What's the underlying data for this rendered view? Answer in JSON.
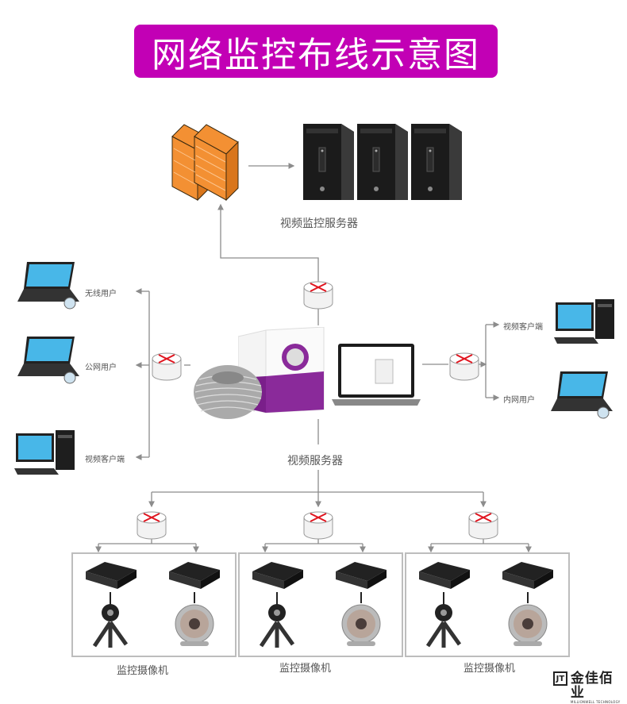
{
  "title": "网络监控布线示意图",
  "colors": {
    "title_bg": "#c200b5",
    "title_text": "#ffffff",
    "firewall": "#f39033",
    "router_arrows": "#e0141e",
    "wire": "#8c8c8c",
    "label_text": "#555555"
  },
  "top": {
    "firewall_icon": "firewall-icon",
    "server_icon": "tower-server-icon",
    "server_count": 3,
    "server_label": "视频监控服务器"
  },
  "left": {
    "clients": [
      {
        "label": "无线用户",
        "icon": "laptop-icon"
      },
      {
        "label": "公网用户",
        "icon": "laptop-icon"
      },
      {
        "label": "视频客户端",
        "icon": "desktop-pc-icon"
      }
    ]
  },
  "right": {
    "clients": [
      {
        "label": "视频客户端",
        "icon": "desktop-pc-icon"
      },
      {
        "label": "内网用户",
        "icon": "laptop-icon"
      }
    ]
  },
  "center": {
    "cable_icon": "cable-reel-icon",
    "box_icon": "cable-box-icon",
    "laptop_icon": "macbook-icon",
    "label": "视频服务器"
  },
  "camera_groups": [
    {
      "label": "监控摄像机",
      "devices": [
        "video-encoder-icon",
        "video-encoder-icon"
      ],
      "cameras": [
        "webcam-icon",
        "ir-camera-icon"
      ]
    },
    {
      "label": "监控摄像机",
      "devices": [
        "video-encoder-icon",
        "video-encoder-icon"
      ],
      "cameras": [
        "webcam-icon",
        "ir-camera-icon"
      ]
    },
    {
      "label": "监控摄像机",
      "devices": [
        "video-encoder-icon",
        "video-encoder-icon"
      ],
      "cameras": [
        "webcam-icon",
        "ir-camera-icon"
      ]
    }
  ],
  "logo": {
    "mark": "JT",
    "name": "金佳佰业",
    "tagline": "MILLIONWELL TECHNOLOGY"
  }
}
